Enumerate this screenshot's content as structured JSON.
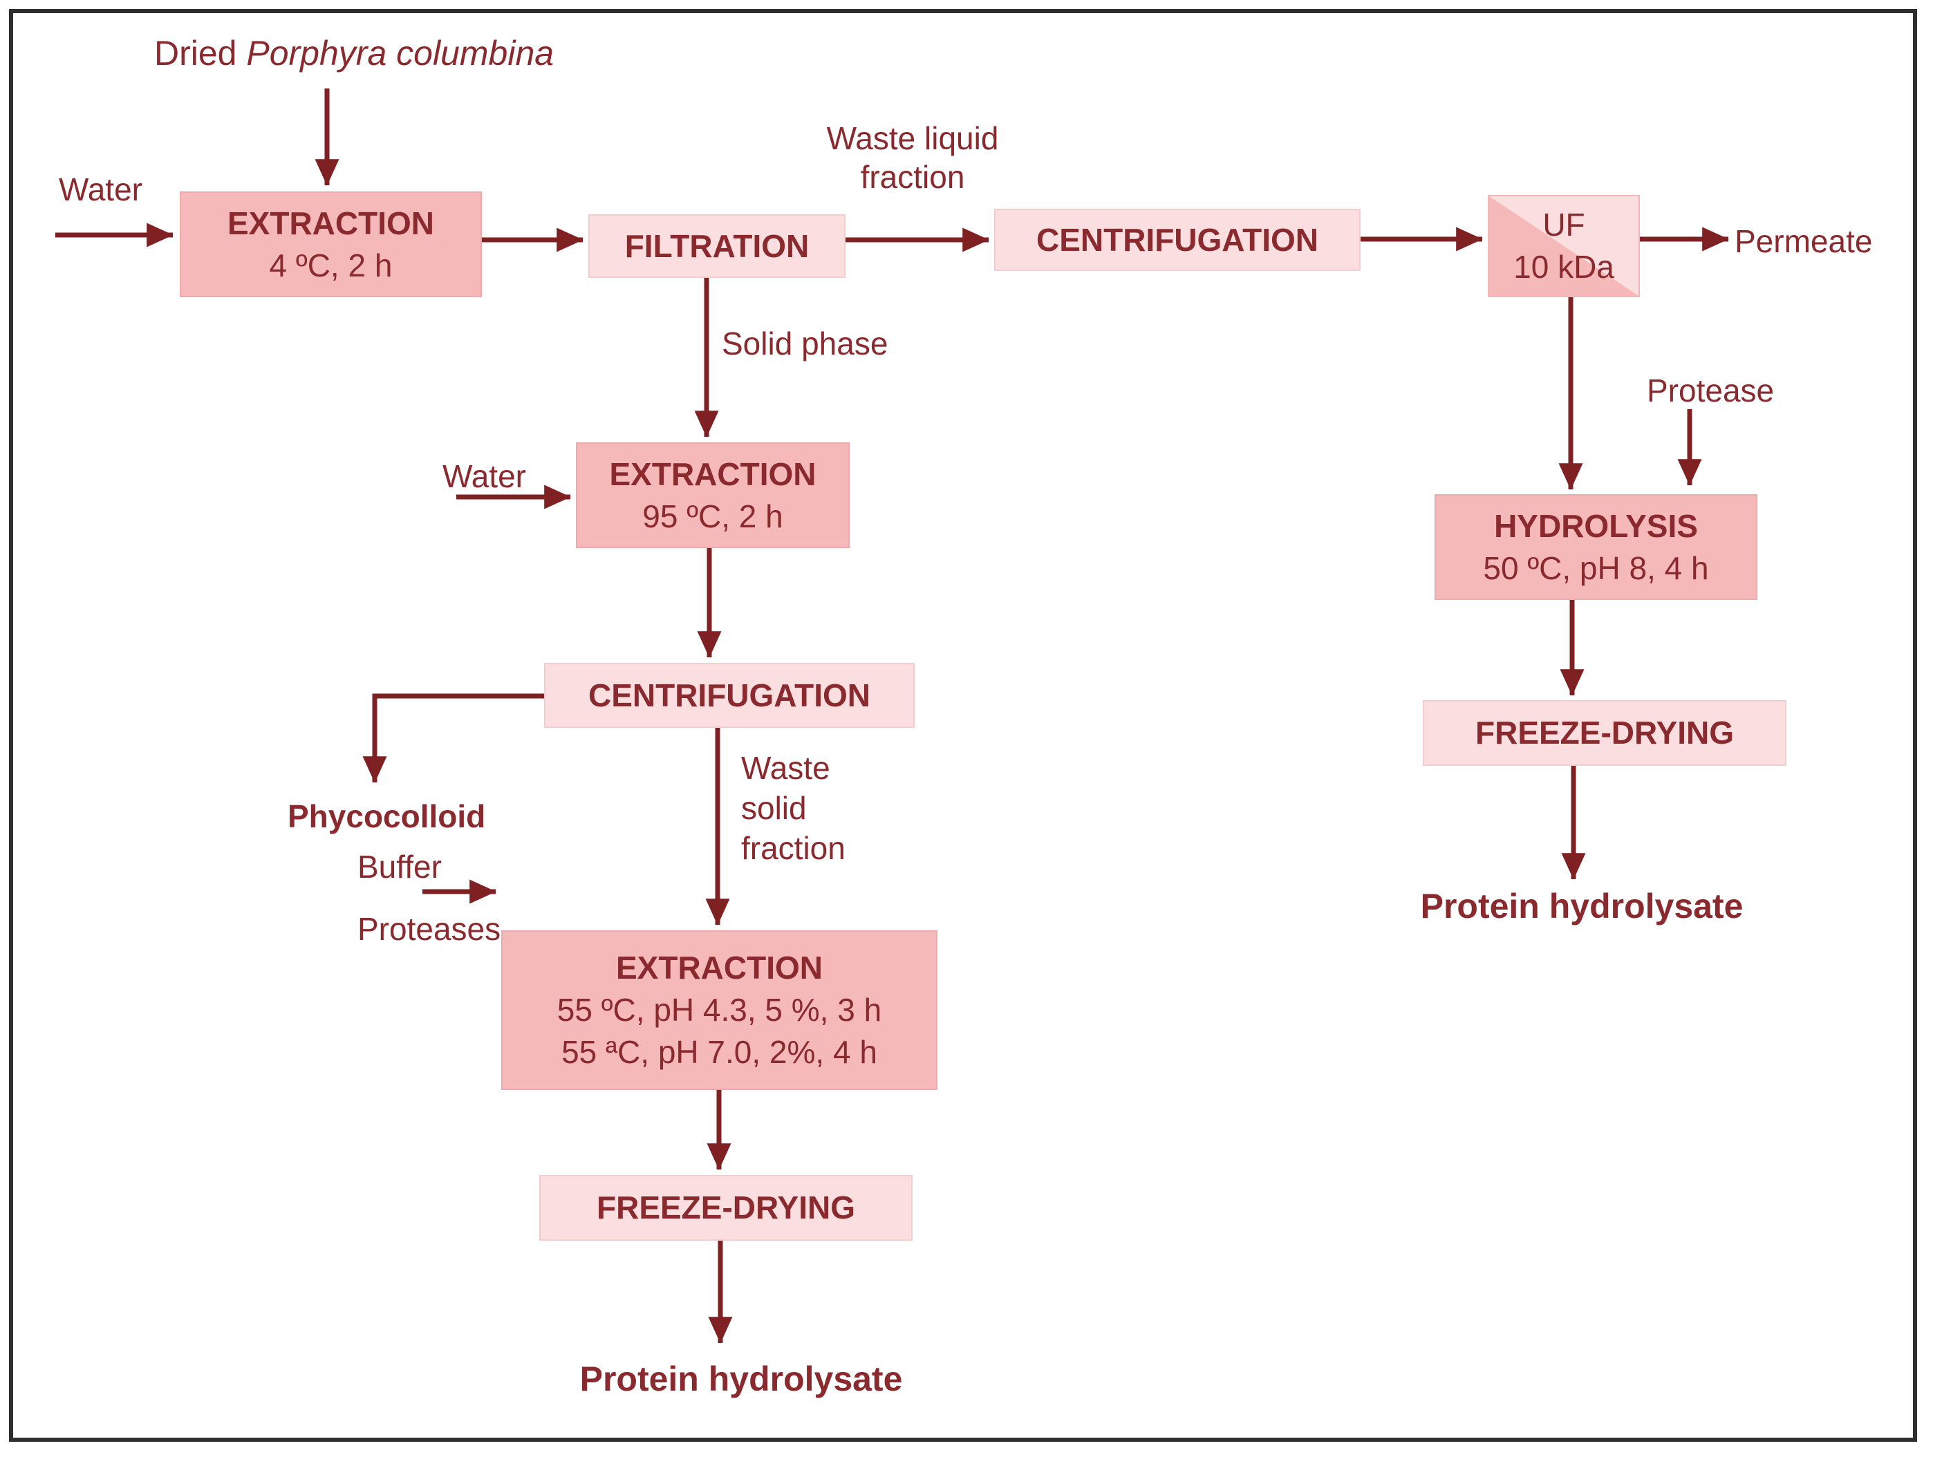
{
  "diagram_type": "process-flow",
  "nodes": {
    "extraction_1": {
      "title": "EXTRACTION",
      "conditions": [
        "4 ºC, 2 h"
      ]
    },
    "filtration": {
      "title": "FILTRATION"
    },
    "centrifugation_1": {
      "title": "CENTRIFUGATION"
    },
    "ultrafiltration": {
      "title": "UF",
      "cutoff": "10 kDa"
    },
    "extraction_2": {
      "title": "EXTRACTION",
      "conditions": [
        "95 ºC, 2 h"
      ]
    },
    "centrifugation_2": {
      "title": "CENTRIFUGATION"
    },
    "extraction_3": {
      "title": "EXTRACTION",
      "conditions": [
        "55 ºC, pH 4.3, 5 %, 3 h",
        "55 ªC, pH 7.0, 2%, 4 h"
      ]
    },
    "freeze_drying_left": {
      "title": "FREEZE-DRYING"
    },
    "hydrolysis": {
      "title": "HYDROLYSIS",
      "conditions": [
        "50 ºC, pH 8, 4 h"
      ]
    },
    "freeze_drying_right": {
      "title": "FREEZE-DRYING"
    }
  },
  "labels": {
    "input_material_prefix": "Dried ",
    "input_material_species": "Porphyra columbina",
    "water_1": "Water",
    "water_2": "Water",
    "waste_liquid_line1": "Waste liquid",
    "waste_liquid_line2": "fraction",
    "solid_phase": "Solid phase",
    "permeate": "Permeate",
    "protease": "Protease",
    "phycocolloid": "Phycocolloid",
    "waste_solid_line1": "Waste",
    "waste_solid_line2": "solid",
    "waste_solid_line3": "fraction",
    "buffer": "Buffer",
    "proteases": "Proteases",
    "protein_hydrolysate_left": "Protein hydrolysate",
    "protein_hydrolysate_right": "Protein hydrolysate"
  },
  "colors": {
    "box_dark": "#f5b9ba",
    "box_light": "#fbdfe0",
    "text": "#8b2a2e",
    "arrow": "#7f2123",
    "frame": "#2f2f2f"
  }
}
